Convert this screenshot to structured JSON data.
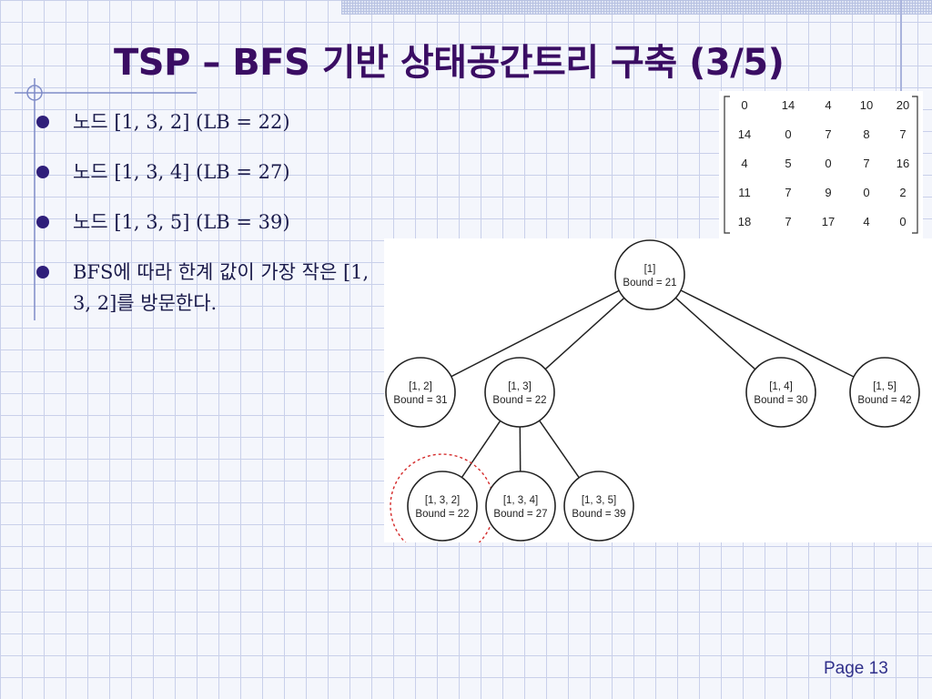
{
  "title": "TSP – BFS 기반 상태공간트리 구축 (3/5)",
  "bullets": [
    "노드 [1, 3, 2] (LB = 22)",
    "노드 [1, 3, 4] (LB = 27)",
    "노드 [1, 3, 5] (LB = 39)",
    "BFS에 따라 한계 값이 가장 작은 [1, 3, 2]를 방문한다."
  ],
  "matrix": [
    [
      "0",
      "14",
      "4",
      "10",
      "20"
    ],
    [
      "14",
      "0",
      "7",
      "8",
      "7"
    ],
    [
      "4",
      "5",
      "0",
      "7",
      "16"
    ],
    [
      "11",
      "7",
      "9",
      "0",
      "2"
    ],
    [
      "18",
      "7",
      "17",
      "4",
      "0"
    ]
  ],
  "tree": {
    "nodes": [
      {
        "id": "root",
        "path": "[1]",
        "bound": "Bound = 21",
        "level": 0
      },
      {
        "id": "n12",
        "path": "[1, 2]",
        "bound": "Bound = 31",
        "level": 1,
        "parent": "root"
      },
      {
        "id": "n13",
        "path": "[1, 3]",
        "bound": "Bound = 22",
        "level": 1,
        "parent": "root"
      },
      {
        "id": "n14",
        "path": "[1, 4]",
        "bound": "Bound = 30",
        "level": 1,
        "parent": "root"
      },
      {
        "id": "n15",
        "path": "[1, 5]",
        "bound": "Bound = 42",
        "level": 1,
        "parent": "root"
      },
      {
        "id": "n132",
        "path": "[1, 3, 2]",
        "bound": "Bound = 22",
        "level": 2,
        "parent": "n13",
        "highlighted": true
      },
      {
        "id": "n134",
        "path": "[1, 3, 4]",
        "bound": "Bound = 27",
        "level": 2,
        "parent": "n13"
      },
      {
        "id": "n135",
        "path": "[1, 3, 5]",
        "bound": "Bound = 39",
        "level": 2,
        "parent": "n13"
      }
    ],
    "highlight_color": "#d42a2a"
  },
  "page": "Page 13",
  "colors": {
    "title": "#3a0d63",
    "bullet": "#2f1f7a",
    "text": "#1a1a4a",
    "page_number": "#2f2f8a"
  }
}
